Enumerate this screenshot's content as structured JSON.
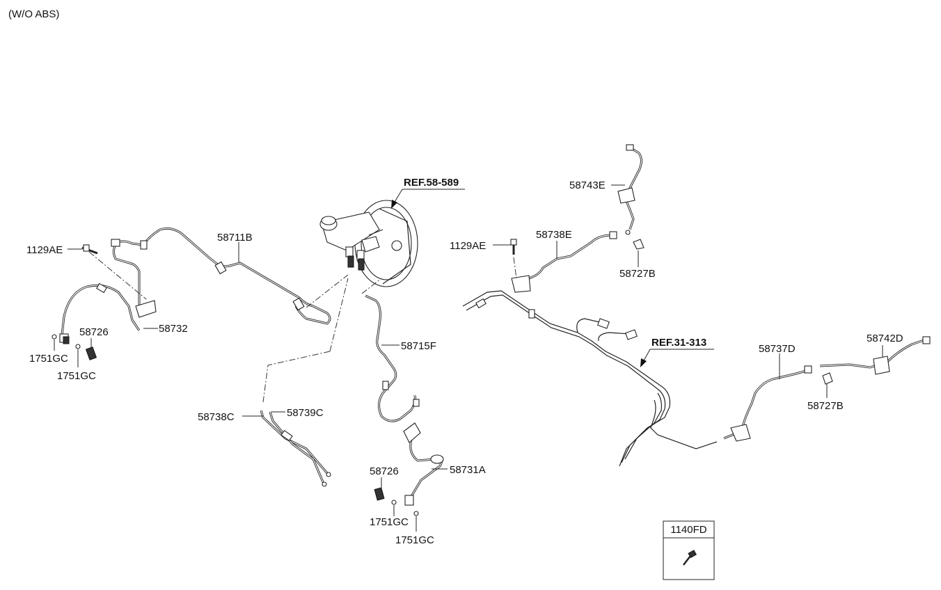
{
  "header": {
    "title": "(W/O ABS)"
  },
  "references": {
    "booster": "REF.58-589",
    "rear_lines": "REF.31-313"
  },
  "labels": {
    "l1129ae_left": "1129AE",
    "l58711b": "58711B",
    "l58732": "58732",
    "l58726_left": "58726",
    "l1751gc_a": "1751GC",
    "l1751gc_b": "1751GC",
    "l58715f": "58715F",
    "l58738c": "58738C",
    "l58739c": "58739C",
    "l58726_center": "58726",
    "l58731a": "58731A",
    "l1751gc_c": "1751GC",
    "l1751gc_d": "1751GC",
    "l58743e": "58743E",
    "l1129ae_right": "1129AE",
    "l58738e": "58738E",
    "l58727b_top": "58727B",
    "l58737d": "58737D",
    "l58742d": "58742D",
    "l58727b_right": "58727B"
  },
  "legend_box": {
    "part_number": "1140FD"
  }
}
